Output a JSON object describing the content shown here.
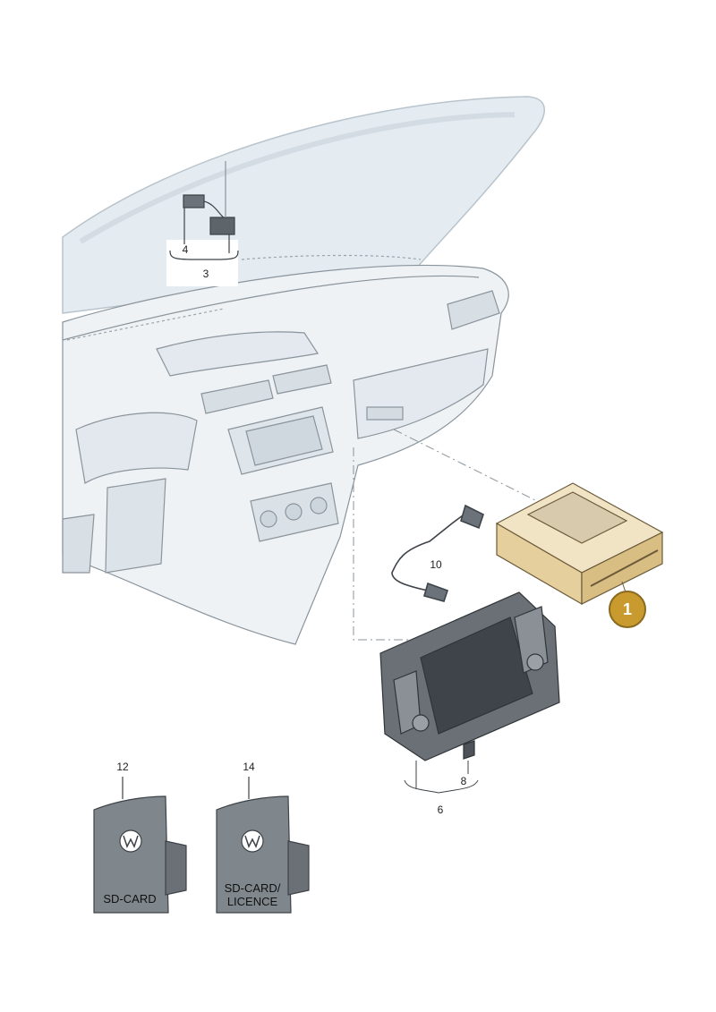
{
  "callouts": {
    "c1": "1",
    "c3": "3",
    "c4": "4",
    "c6": "6",
    "c8": "8",
    "c10": "10",
    "c12": "12",
    "c14": "14"
  },
  "cards": {
    "sd_card": "SD-CARD",
    "sd_card_licence": "SD-CARD/\nLICENCE"
  },
  "colors": {
    "line": "#6f7780",
    "fill_light": "#e6edf2",
    "fill_mid": "#c9d3da",
    "device_dark": "#5a6066",
    "screen": "#3e444a",
    "highlight": "#e9d2a0",
    "badge": "#c99a2e"
  }
}
